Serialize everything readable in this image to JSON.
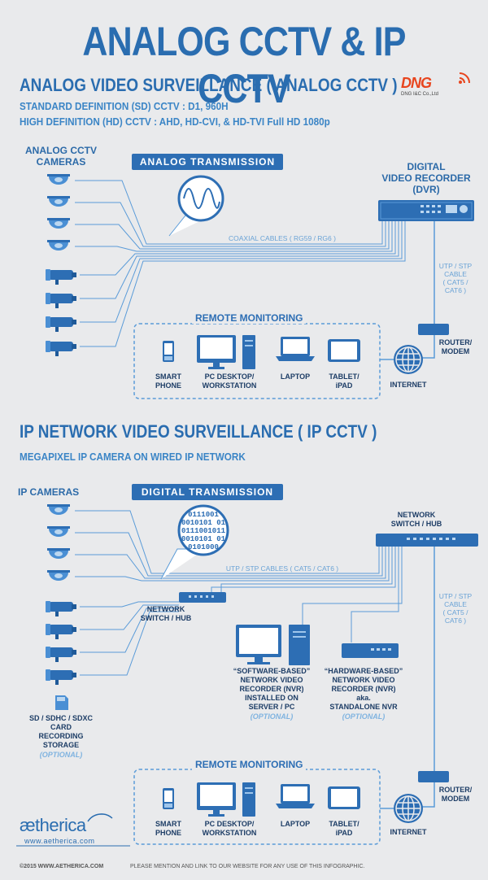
{
  "title": "ANALOG CCTV & IP CCTV",
  "analog": {
    "heading": "ANALOG VIDEO SURVEILLANCE ( ANALOG CCTV )",
    "line1": "STANDARD DEFINITION (SD) CCTV  :  D1, 960H",
    "line2": "HIGH DEFINITION (HD) CCTV : AHD, HD-CVI, & HD-TVI Full HD 1080p",
    "cameras_label": "ANALOG CCTV\nCAMERAS",
    "transmission": "ANALOG TRANSMISSION",
    "dvr_label": "DIGITAL\nVIDEO RECORDER\n(DVR)",
    "coax": "COAXIAL CABLES ( RG59 / RG6 )",
    "utp": "UTP / STP\nCABLE\n( CAT5 /\nCAT6 )",
    "router": "ROUTER/\nMODEM",
    "remote": "REMOTE MONITORING",
    "devices": [
      "SMART\nPHONE",
      "PC DESKTOP/\nWORKSTATION",
      "LAPTOP",
      "TABLET/\niPAD"
    ],
    "internet": "INTERNET"
  },
  "ip": {
    "heading": "IP NETWORK VIDEO SURVEILLANCE ( IP CCTV )",
    "line1": "MEGAPIXEL IP CAMERA ON WIRED IP NETWORK",
    "cameras_label": "IP CAMERAS",
    "transmission": "DIGITAL TRANSMISSION",
    "binary": [
      "0111001",
      "0010101 01",
      "0111001011",
      "0010101 01",
      "0101000"
    ],
    "switch_top": "NETWORK\nSWITCH / HUB",
    "switch_mid": "NETWORK\nSWITCH / HUB",
    "utp_cables": "UTP / STP CABLES ( CAT5 / CAT6 )",
    "utp": "UTP / STP\nCABLE\n( CAT5 /\nCAT6 )",
    "software_nvr": "“SOFTWARE-BASED”\nNETWORK VIDEO\nRECORDER (NVR)\nINSTALLED ON\nSERVER / PC",
    "software_opt": "(OPTIONAL)",
    "hardware_nvr": "“HARDWARE-BASED”\nNETWORK VIDEO\nRECORDER (NVR)\naka.\nSTANDALONE NVR",
    "hardware_opt": "(OPTIONAL)",
    "sd_card": "SD / SDHC / SDXC\nCARD\nRECORDING\nSTORAGE",
    "sd_opt": "(OPTIONAL)",
    "router": "ROUTER/\nMODEM",
    "remote": "REMOTE MONITORING",
    "devices": [
      "SMART\nPHONE",
      "PC DESKTOP/\nWORKSTATION",
      "LAPTOP",
      "TABLET/\niPAD"
    ],
    "internet": "INTERNET"
  },
  "brand": {
    "dng": "DNG",
    "dng_sub": "DNG I&C Co.,Ltd",
    "logo": "ætherica",
    "url": "www.aetherica.com"
  },
  "footer": {
    "copyright": "©2015 WWW.AETHERICA.COM",
    "note": "PLEASE MENTION AND LINK TO OUR WEBSITE FOR ANY USE OF THIS INFOGRAPHIC."
  },
  "colors": {
    "accent": "#2d6eb4",
    "line": "#5a9bd8",
    "background": "#e9eaec"
  }
}
